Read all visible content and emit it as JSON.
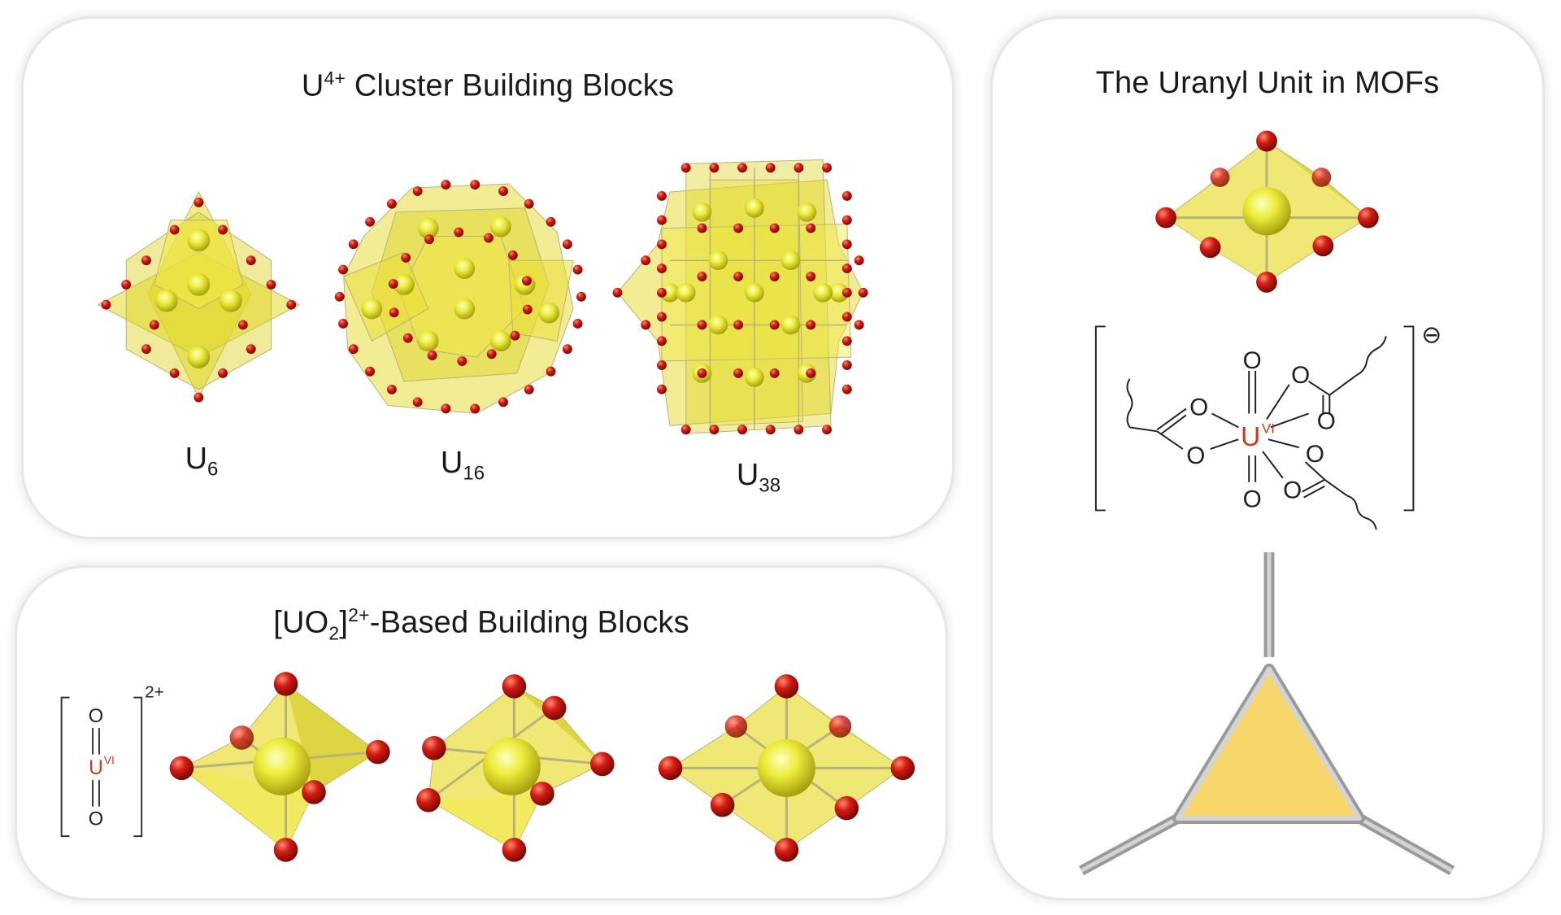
{
  "colors": {
    "polyhedron": "#e6dc2a",
    "uranium": "#ecec3a",
    "oxygen": "#d21a12",
    "bond": "#b9b27a",
    "uranium_label": "#cf3a1a",
    "node_fill": "#f7d66a",
    "strut": "#b3b3b3"
  },
  "cluster_panel": {
    "title_main": "U",
    "title_sup": "4+",
    "title_rest": " Cluster Building Blocks",
    "clusters": [
      {
        "symbol": "U",
        "sub": "6"
      },
      {
        "symbol": "U",
        "sub": "16"
      },
      {
        "symbol": "U",
        "sub": "38"
      }
    ]
  },
  "uranyl_panel": {
    "title_pre": "[UO",
    "title_sub": "2",
    "title_mid": "]",
    "title_sup": "2+",
    "title_post": "-Based Building Blocks",
    "formula": {
      "o_top": "O",
      "u": "U",
      "u_sup": "VI",
      "o_bottom": "O",
      "charge": "2+"
    }
  },
  "mof_panel": {
    "title": "The Uranyl Unit in MOFs",
    "complex": {
      "u": "U",
      "u_sup": "VI",
      "oxygen": "O",
      "charge": "⊖"
    }
  }
}
